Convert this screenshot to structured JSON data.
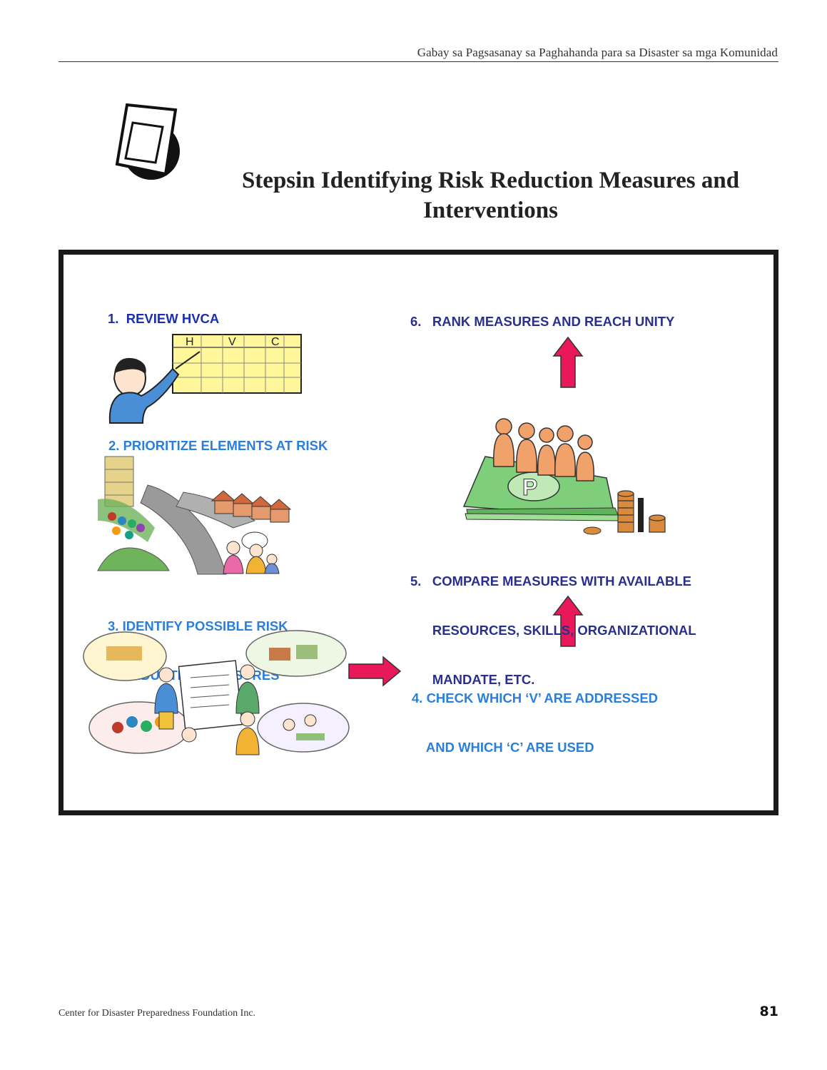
{
  "header": {
    "running_title": "Gabay sa Pagsasanay sa Paghahanda para sa Disaster sa mga Komunidad"
  },
  "page": {
    "title_line1": "Stepsin Identifying Risk Reduction Measures and",
    "title_line2": "Interventions"
  },
  "steps": {
    "s1": "1.  REVIEW HVCA",
    "s2": "2. PRIORITIZE ELEMENTS AT RISK",
    "s3_line1": "3. IDENTIFY POSSIBLE RISK",
    "s3_line2": "    REDUCTION MEASURES",
    "s4_line1": "4. CHECK WHICH ‘V’ ARE ADDRESSED",
    "s4_line2": "    AND WHICH ‘C’ ARE USED",
    "s5_line1": "5.   COMPARE MEASURES WITH AVAILABLE",
    "s5_line2": "      RESOURCES, SKILLS, ORGANIZATIONAL",
    "s5_line3": "      MANDATE, ETC.",
    "s6": "6.   RANK MEASURES AND REACH UNITY"
  },
  "illustrations": {
    "hvca_chart_letters": [
      "H",
      "V",
      "C"
    ],
    "peso_sign": "P"
  },
  "colors": {
    "arrow": "#e8185a",
    "dark_blue": "#1a2fb0",
    "light_blue": "#2a7fdc",
    "navy": "#2b2f8c"
  },
  "footer": {
    "organization": "Center for Disaster Preparedness Foundation Inc.",
    "page_number": "81"
  }
}
